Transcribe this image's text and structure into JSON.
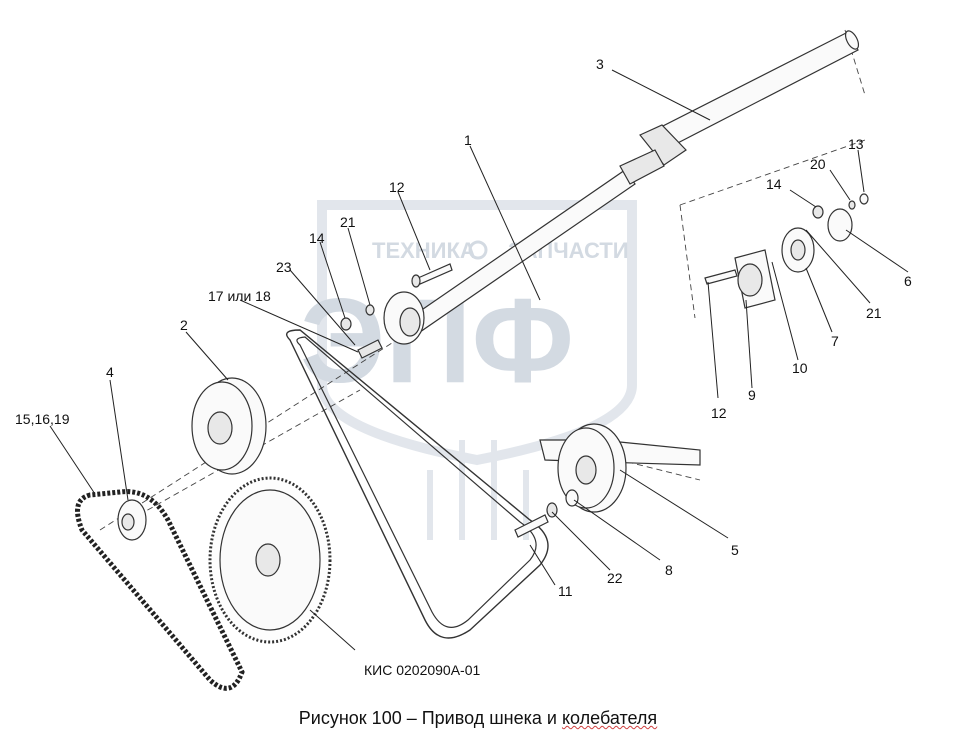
{
  "watermark": {
    "brand_top": "ТЕХНИКА",
    "brand_top2": "ЗАПЧАСТИ",
    "logo_letters": "ЭПФ",
    "logo_color": "#d3dae3"
  },
  "labels": {
    "l1": "1",
    "l2": "2",
    "l3": "3",
    "l4": "4",
    "l5": "5",
    "l6": "6",
    "l7": "7",
    "l8": "8",
    "l9": "9",
    "l10": "10",
    "l11": "11",
    "l12a": "12",
    "l12b": "12",
    "l13": "13",
    "l14a": "14",
    "l14b": "14",
    "l15": "15,16,19",
    "l17": "17 или 18",
    "l20": "20",
    "l21a": "21",
    "l21b": "21",
    "l22": "22",
    "l23": "23",
    "code": "КИС 0202090А-01"
  },
  "caption": {
    "prefix": "Рисунок 100 – Привод шнека и ",
    "suffix": "колебателя"
  }
}
